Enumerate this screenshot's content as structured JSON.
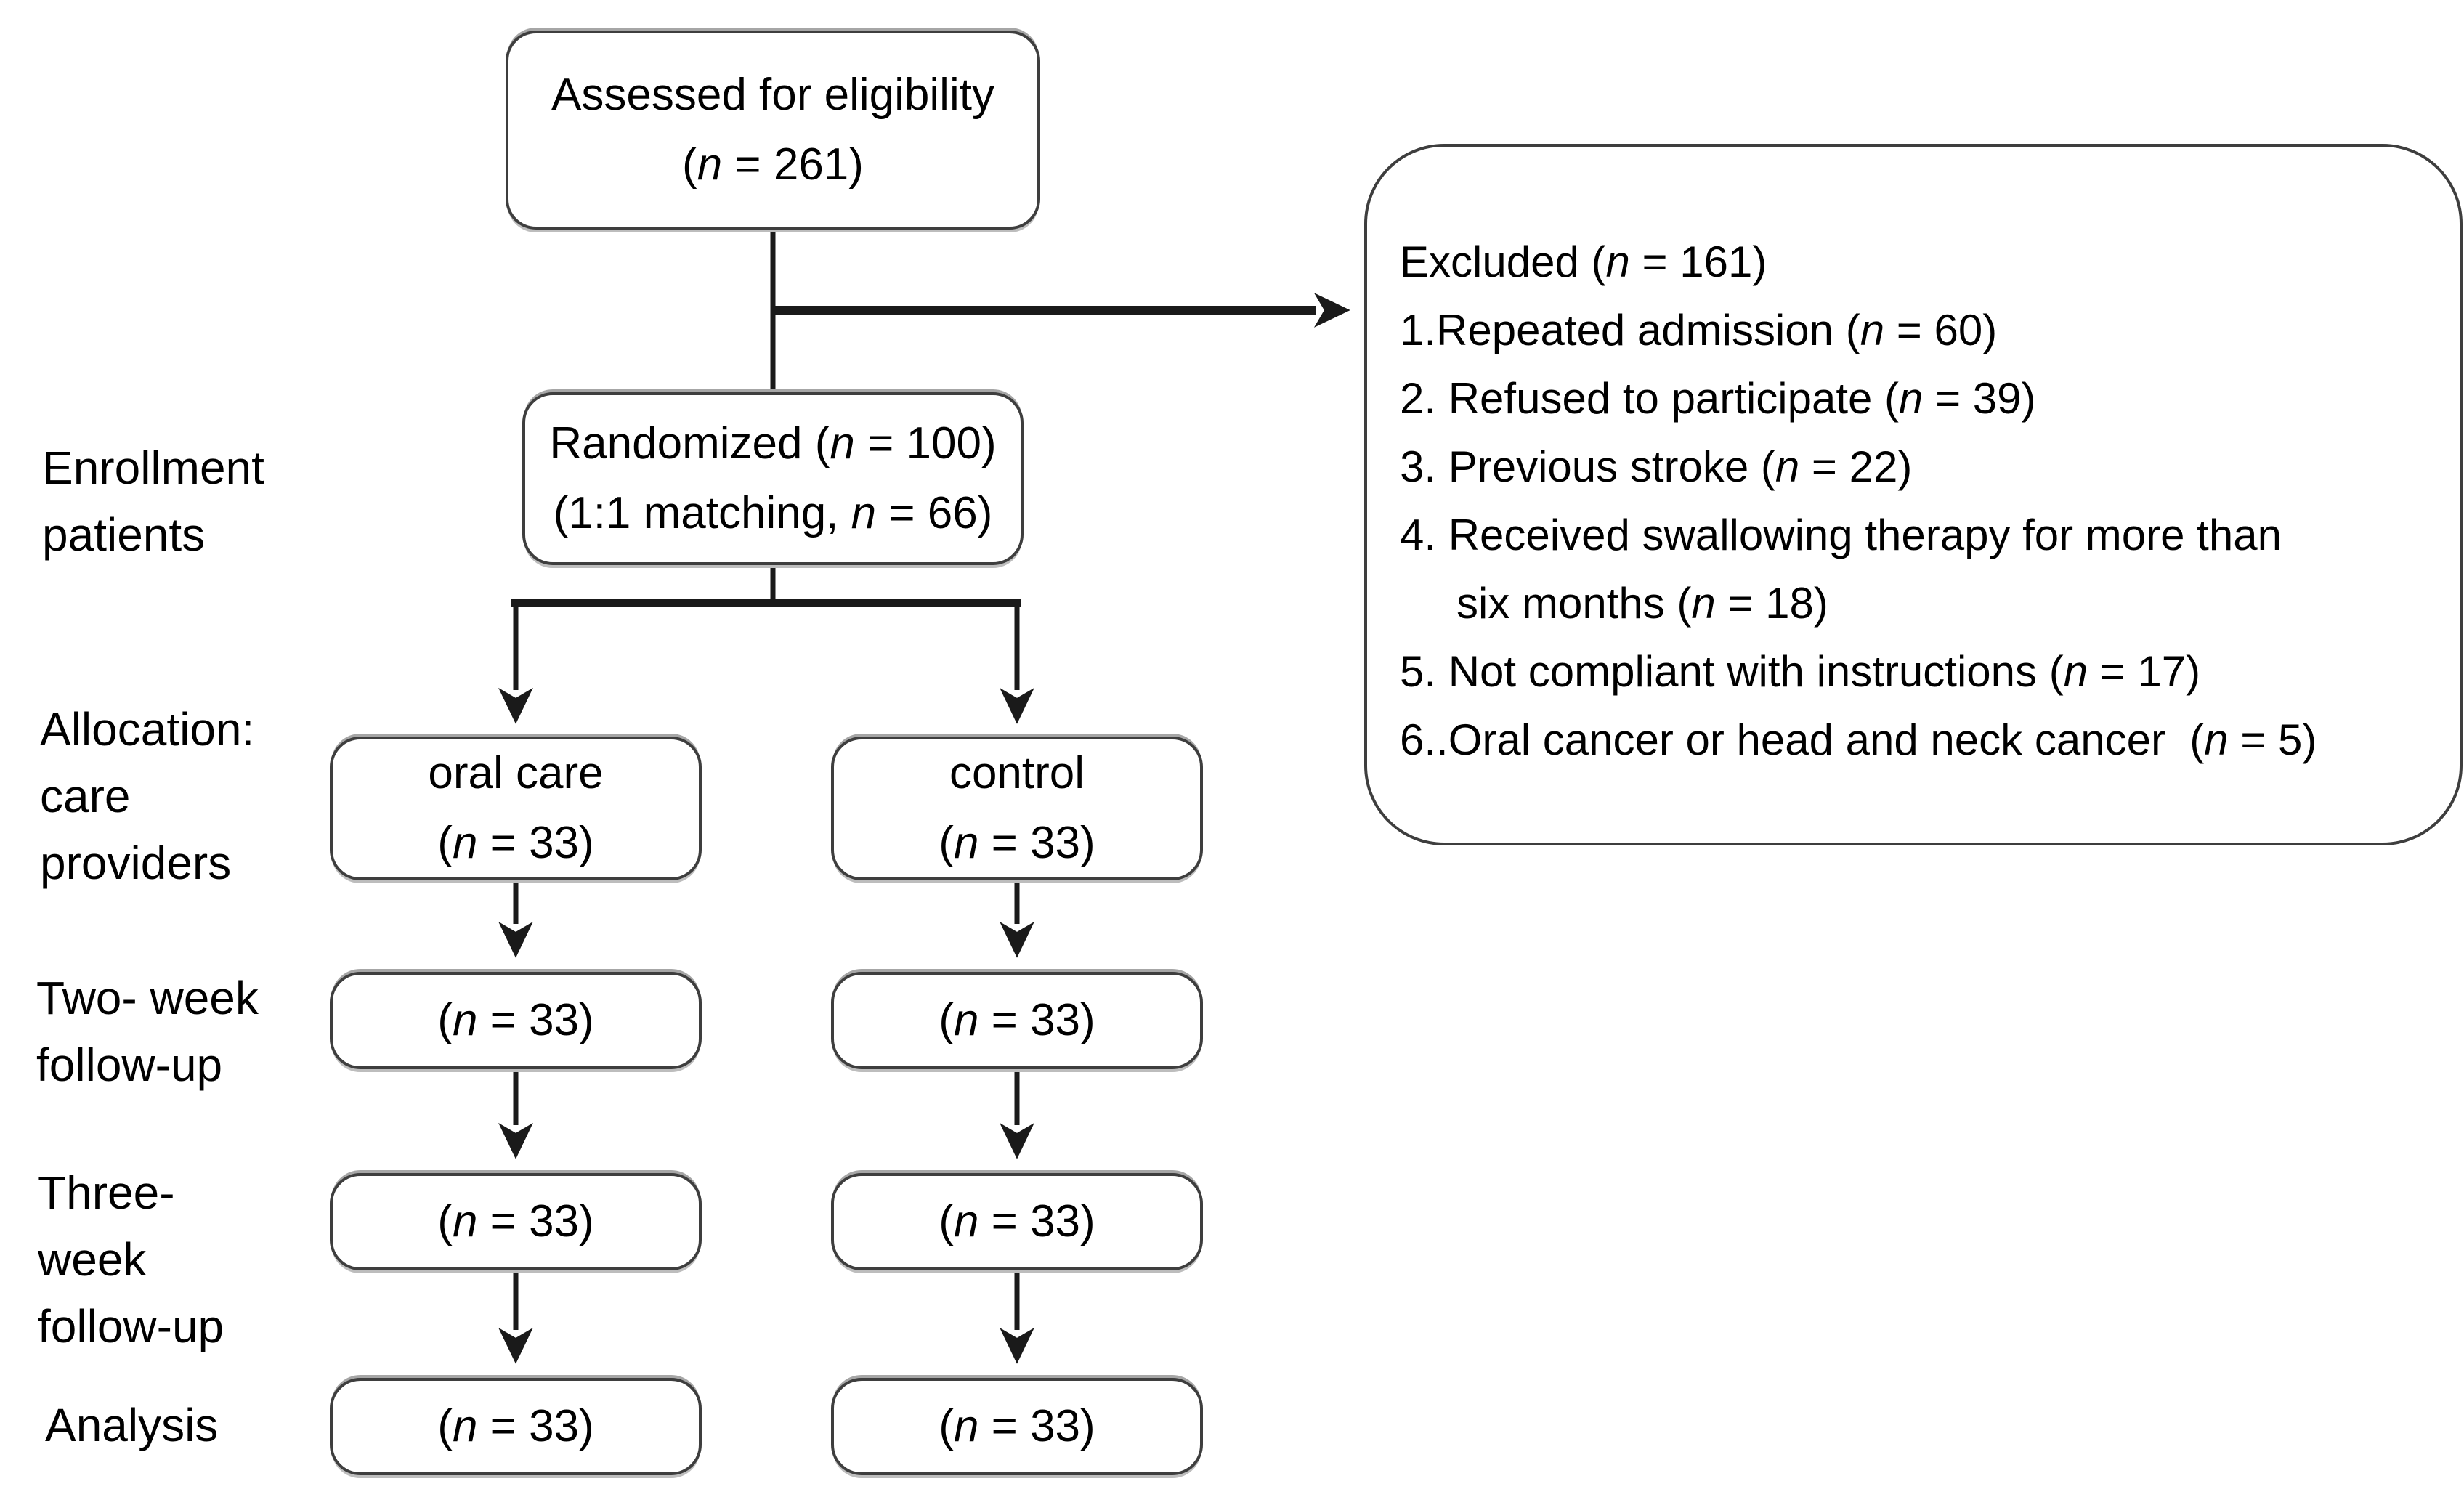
{
  "colors": {
    "diagram_line": "#1a1a1a",
    "box_border": "#3e3e3e",
    "background": "#ffffff",
    "text": "#000000"
  },
  "stage_labels": {
    "enrollment": "Enrollment\npatients",
    "allocation": "Allocation:\ncare\nproviders",
    "two_week": "Two- week\nfollow-up",
    "three_week": "Three-\nweek\nfollow-up",
    "analysis": "Analysis"
  },
  "boxes": {
    "assessed": {
      "line1": "Assessed for eligibility",
      "line2": "(n = 261)"
    },
    "randomized": {
      "line1": "Randomized (n = 100)",
      "line2": "(1:1 matching, n = 66)"
    },
    "oral_care": {
      "line1": "oral care",
      "line2": "(n = 33)"
    },
    "control": {
      "line1": "control",
      "line2": "(n = 33)"
    },
    "two_week_oral": {
      "value": "(n = 33)"
    },
    "two_week_control": {
      "value": "(n = 33)"
    },
    "three_week_oral": {
      "value": "(n = 33)"
    },
    "three_week_control": {
      "value": "(n = 33)"
    },
    "analysis_oral": {
      "value": "(n = 33)"
    },
    "analysis_control": {
      "value": "(n = 33)"
    }
  },
  "excluded": {
    "title": "Excluded (n = 161)",
    "items": [
      "1.Repeated admission (n = 60)",
      "2. Refused to participate (n = 39)",
      "3. Previous stroke (n = 22)",
      "4. Received swallowing therapy for more than\nsix months (n = 18)",
      "5. Not compliant with instructions (n = 17)",
      "6..Oral cancer or head and neck cancer  (n = 5)"
    ]
  }
}
